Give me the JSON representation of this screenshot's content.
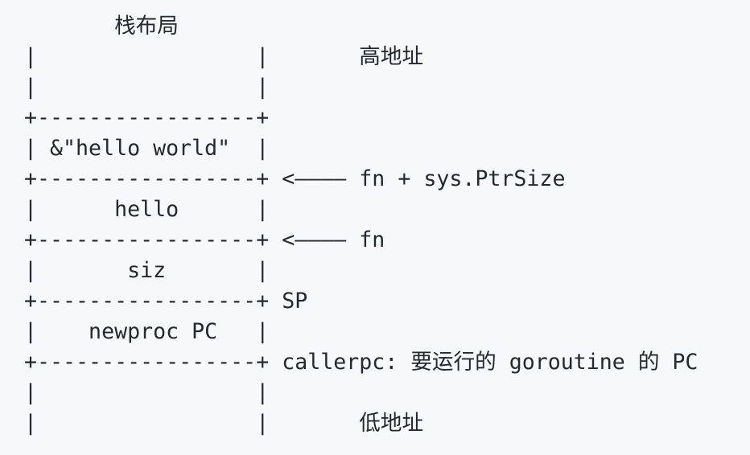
{
  "colors": {
    "background": "#f6f8fa",
    "text": "#24292f"
  },
  "diagram": {
    "lines": [
      "       栈布局",
      "|                 |       高地址",
      "|                 |",
      "+-----------------+",
      "| &\"hello world\"  |",
      "+-----------------+ <———— fn + sys.PtrSize",
      "|      hello      |",
      "+-----------------+ <———— fn",
      "|       siz       |",
      "+-----------------+ SP",
      "|    newproc PC   |",
      "+-----------------+ callerpc: 要运行的 goroutine 的 PC",
      "|                 |",
      "|                 |       低地址"
    ]
  }
}
